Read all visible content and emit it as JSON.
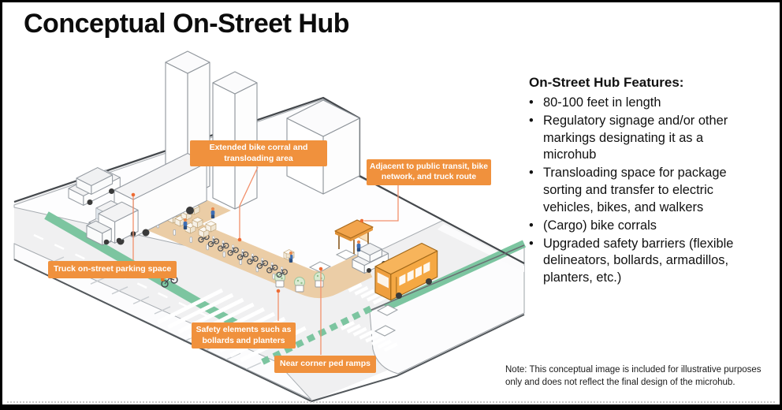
{
  "title": "Conceptual On-Street Hub",
  "features": {
    "heading": "On-Street Hub Features:",
    "items": [
      "80-100 feet in length",
      "Regulatory signage and/or other markings designating it as a microhub",
      "Transloading space for package sorting and transfer to electric vehicles, bikes, and walkers",
      "(Cargo) bike corrals",
      "Upgraded safety barriers (flexible delineators, bollards, armadillos, planters, etc.)"
    ]
  },
  "callouts": [
    {
      "text": "Extended bike corral and transloading area"
    },
    {
      "text": "Adjacent to public transit, bike network, and truck route"
    },
    {
      "text": "Truck on-street parking space"
    },
    {
      "text": "Safety elements such as bollards and planters"
    },
    {
      "text": "Near corner ped ramps"
    }
  ],
  "note": "Note: This conceptual image is included for illustrative purposes only and does not reflect the final design of the microhub.",
  "colors": {
    "accent_orange": "#F0913D",
    "leader_line": "#F2906B",
    "leader_dot": "#ED6B33",
    "bike_lane_green": "#7CC5A0",
    "curb_extension_tan": "#EBCDA6",
    "bus_orange": "#F5A843",
    "road_gray": "#F0F0F1",
    "ground_outline": "#44484C"
  }
}
